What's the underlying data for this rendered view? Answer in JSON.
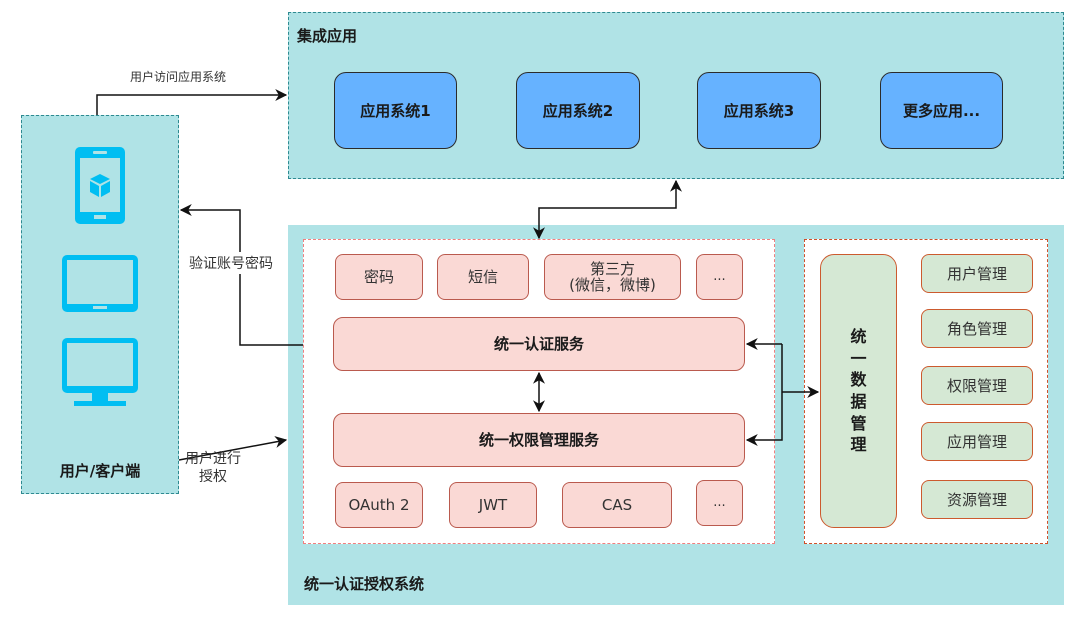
{
  "integrated_apps": {
    "title": "集成应用",
    "apps": [
      "应用系统1",
      "应用系统2",
      "应用系统3",
      "更多应用..."
    ]
  },
  "client": {
    "title": "用户/客户端",
    "devices": [
      "mobile-phone-icon",
      "tablet-icon",
      "desktop-monitor-icon"
    ]
  },
  "edges": {
    "access_apps": "用户访问应用系统",
    "verify_credentials": "验证账号密码",
    "user_authorize_line1": "用户进行",
    "user_authorize_line2": "授权"
  },
  "auth_system": {
    "title": "统一认证授权系统",
    "auth_methods": [
      "密码",
      "短信",
      "第三方",
      "(微信，微博)",
      "..."
    ],
    "auth_service": "统一认证服务",
    "permission_service": "统一权限管理服务",
    "protocols": [
      "OAuth 2",
      "JWT",
      "CAS",
      "..."
    ],
    "data_management": {
      "title_chars": [
        "统",
        "一",
        "数",
        "据",
        "管",
        "理"
      ],
      "items": [
        "用户管理",
        "角色管理",
        "权限管理",
        "应用管理",
        "资源管理"
      ]
    }
  },
  "colors": {
    "teal_fill": "#b0e3e6",
    "teal_border": "#2e8a91",
    "app_blue": "#66b2ff",
    "pink_fill": "#fad9d5",
    "pink_border": "#ba5a4e",
    "green_fill": "#d5e8d4",
    "orange_border": "#cc5a2e",
    "device_blue": "#00bef2"
  }
}
